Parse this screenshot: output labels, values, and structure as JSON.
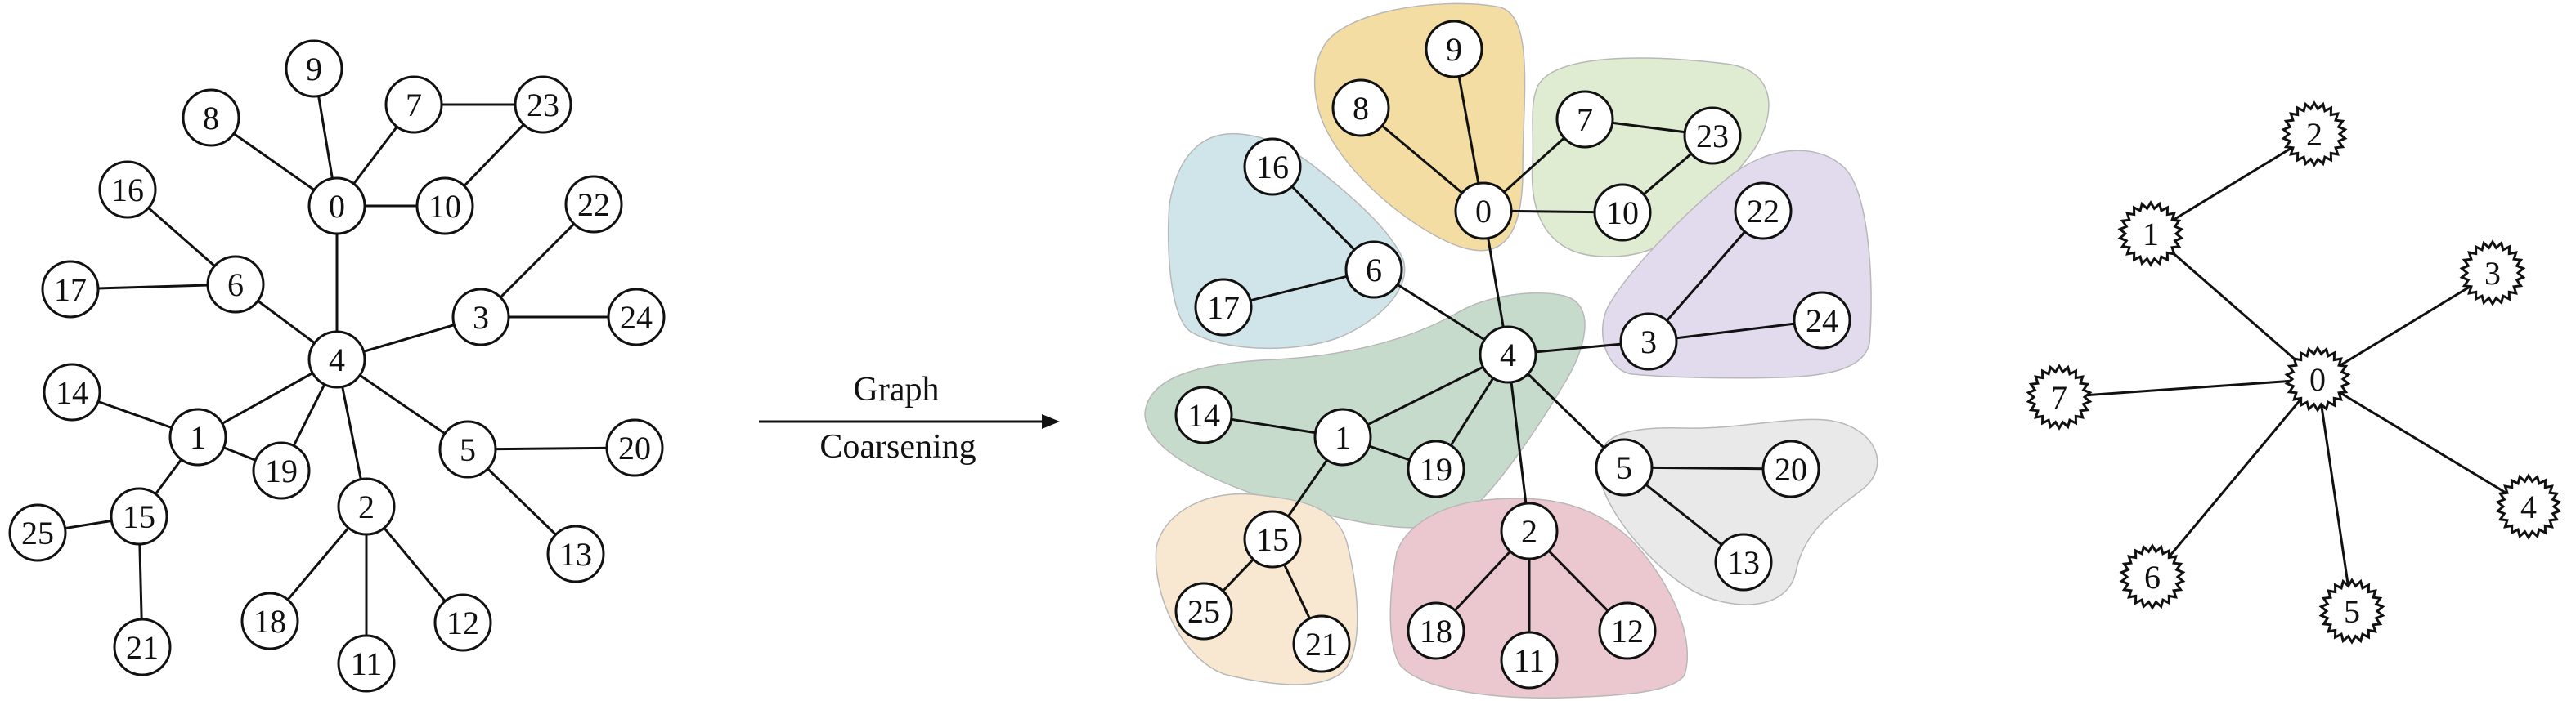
{
  "colors": {
    "stroke": "#111111",
    "node_fill": "#ffffff",
    "background": "#ffffff"
  },
  "arrow": {
    "label_line1": "Graph",
    "label_line2": "Coarsening"
  },
  "original_graph": {
    "nodes": [
      "0",
      "1",
      "2",
      "3",
      "4",
      "5",
      "6",
      "7",
      "8",
      "9",
      "10",
      "11",
      "12",
      "13",
      "14",
      "15",
      "16",
      "17",
      "18",
      "19",
      "20",
      "21",
      "22",
      "23",
      "24",
      "25"
    ],
    "edges": [
      [
        "0",
        "9"
      ],
      [
        "0",
        "8"
      ],
      [
        "0",
        "7"
      ],
      [
        "0",
        "10"
      ],
      [
        "0",
        "4"
      ],
      [
        "7",
        "23"
      ],
      [
        "10",
        "23"
      ],
      [
        "6",
        "16"
      ],
      [
        "6",
        "17"
      ],
      [
        "6",
        "4"
      ],
      [
        "4",
        "3"
      ],
      [
        "3",
        "22"
      ],
      [
        "3",
        "24"
      ],
      [
        "4",
        "1"
      ],
      [
        "4",
        "19"
      ],
      [
        "4",
        "2"
      ],
      [
        "4",
        "5"
      ],
      [
        "1",
        "14"
      ],
      [
        "1",
        "19"
      ],
      [
        "1",
        "15"
      ],
      [
        "15",
        "25"
      ],
      [
        "15",
        "21"
      ],
      [
        "2",
        "18"
      ],
      [
        "2",
        "11"
      ],
      [
        "2",
        "12"
      ],
      [
        "5",
        "20"
      ],
      [
        "5",
        "13"
      ]
    ]
  },
  "partitioned_graph": {
    "clusters": [
      {
        "id": "c0",
        "color": "#f3dda2",
        "members": [
          "0",
          "8",
          "9"
        ]
      },
      {
        "id": "c1",
        "color": "#dfecd1",
        "members": [
          "7",
          "10",
          "23"
        ]
      },
      {
        "id": "c2",
        "color": "#cfe5ea",
        "members": [
          "6",
          "16",
          "17"
        ]
      },
      {
        "id": "c3",
        "color": "#e1dbed",
        "members": [
          "3",
          "22",
          "24"
        ]
      },
      {
        "id": "c4",
        "color": "#c7dbcd",
        "members": [
          "4",
          "1",
          "14",
          "19"
        ]
      },
      {
        "id": "c5",
        "color": "#e9e9e9",
        "members": [
          "5",
          "20",
          "13"
        ]
      },
      {
        "id": "c6",
        "color": "#f8e8d2",
        "members": [
          "15",
          "25",
          "21"
        ]
      },
      {
        "id": "c7",
        "color": "#ebc7cf",
        "members": [
          "2",
          "18",
          "11",
          "12"
        ]
      }
    ],
    "nodes": [
      "0",
      "1",
      "2",
      "3",
      "4",
      "5",
      "6",
      "7",
      "8",
      "9",
      "10",
      "11",
      "12",
      "13",
      "14",
      "15",
      "16",
      "17",
      "18",
      "19",
      "20",
      "21",
      "22",
      "23",
      "24",
      "25"
    ],
    "edges": [
      [
        "0",
        "9"
      ],
      [
        "0",
        "8"
      ],
      [
        "0",
        "7"
      ],
      [
        "0",
        "10"
      ],
      [
        "0",
        "4"
      ],
      [
        "7",
        "23"
      ],
      [
        "10",
        "23"
      ],
      [
        "6",
        "16"
      ],
      [
        "6",
        "17"
      ],
      [
        "6",
        "4"
      ],
      [
        "4",
        "3"
      ],
      [
        "3",
        "22"
      ],
      [
        "3",
        "24"
      ],
      [
        "4",
        "1"
      ],
      [
        "4",
        "19"
      ],
      [
        "4",
        "2"
      ],
      [
        "4",
        "5"
      ],
      [
        "1",
        "14"
      ],
      [
        "1",
        "19"
      ],
      [
        "1",
        "15"
      ],
      [
        "15",
        "25"
      ],
      [
        "15",
        "21"
      ],
      [
        "2",
        "18"
      ],
      [
        "2",
        "11"
      ],
      [
        "2",
        "12"
      ],
      [
        "5",
        "20"
      ],
      [
        "5",
        "13"
      ]
    ]
  },
  "coarsened_graph": {
    "nodes": [
      "0",
      "1",
      "2",
      "3",
      "4",
      "5",
      "6",
      "7"
    ],
    "edges": [
      [
        "0",
        "1"
      ],
      [
        "1",
        "2"
      ],
      [
        "0",
        "3"
      ],
      [
        "0",
        "4"
      ],
      [
        "0",
        "5"
      ],
      [
        "0",
        "6"
      ],
      [
        "0",
        "7"
      ]
    ]
  }
}
